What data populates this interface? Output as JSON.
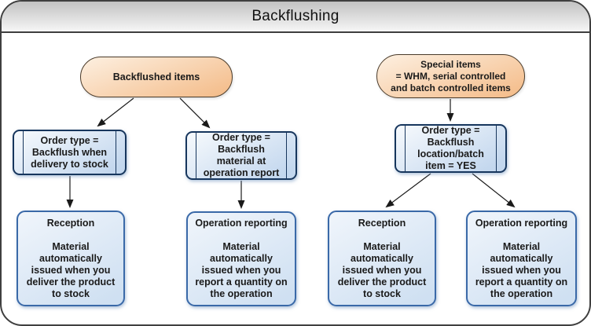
{
  "title": "Backflushing",
  "colors": {
    "frame_border": "#3f3f3f",
    "titlebar_gradient_top": "#c2c2c2",
    "titlebar_gradient_bottom": "#f6f6f6",
    "pill_fill_top": "#fdf0e1",
    "pill_fill_bottom": "#f4bd8b",
    "pill_border": "#4a3b2a",
    "process_box_border": "#17365d",
    "process_fill_top": "#f7fafd",
    "process_fill_bottom": "#c3d7ee",
    "result_box_border": "#3a69a8",
    "result_fill_top": "#f0f5fb",
    "result_fill_bottom": "#cfe0f2",
    "arrow": "#1a1a1a"
  },
  "nodes": {
    "backflushed_items": "Backflushed items",
    "special_items": "Special items\n= WHM, serial controlled\nand batch controlled items",
    "order_type_delivery": "Order type =\nBackflush when\ndelivery to stock",
    "order_type_operation": "Order type =\nBackflush\nmaterial at\noperation report",
    "order_type_location": "Order type =\nBackflush\nlocation/batch\nitem = YES",
    "reception_left": "Reception\n\nMaterial\nautomatically\nissued when you\ndeliver the product\nto stock",
    "operation_reporting_left": "Operation reporting\n\nMaterial\nautomatically\nissued when you\nreport a quantity on\nthe operation",
    "reception_right": "Reception\n\nMaterial\nautomatically\nissued when you\ndeliver the product\nto stock",
    "operation_reporting_right": "Operation reporting\n\nMaterial\nautomatically\nissued when you\nreport a quantity on\nthe operation"
  }
}
